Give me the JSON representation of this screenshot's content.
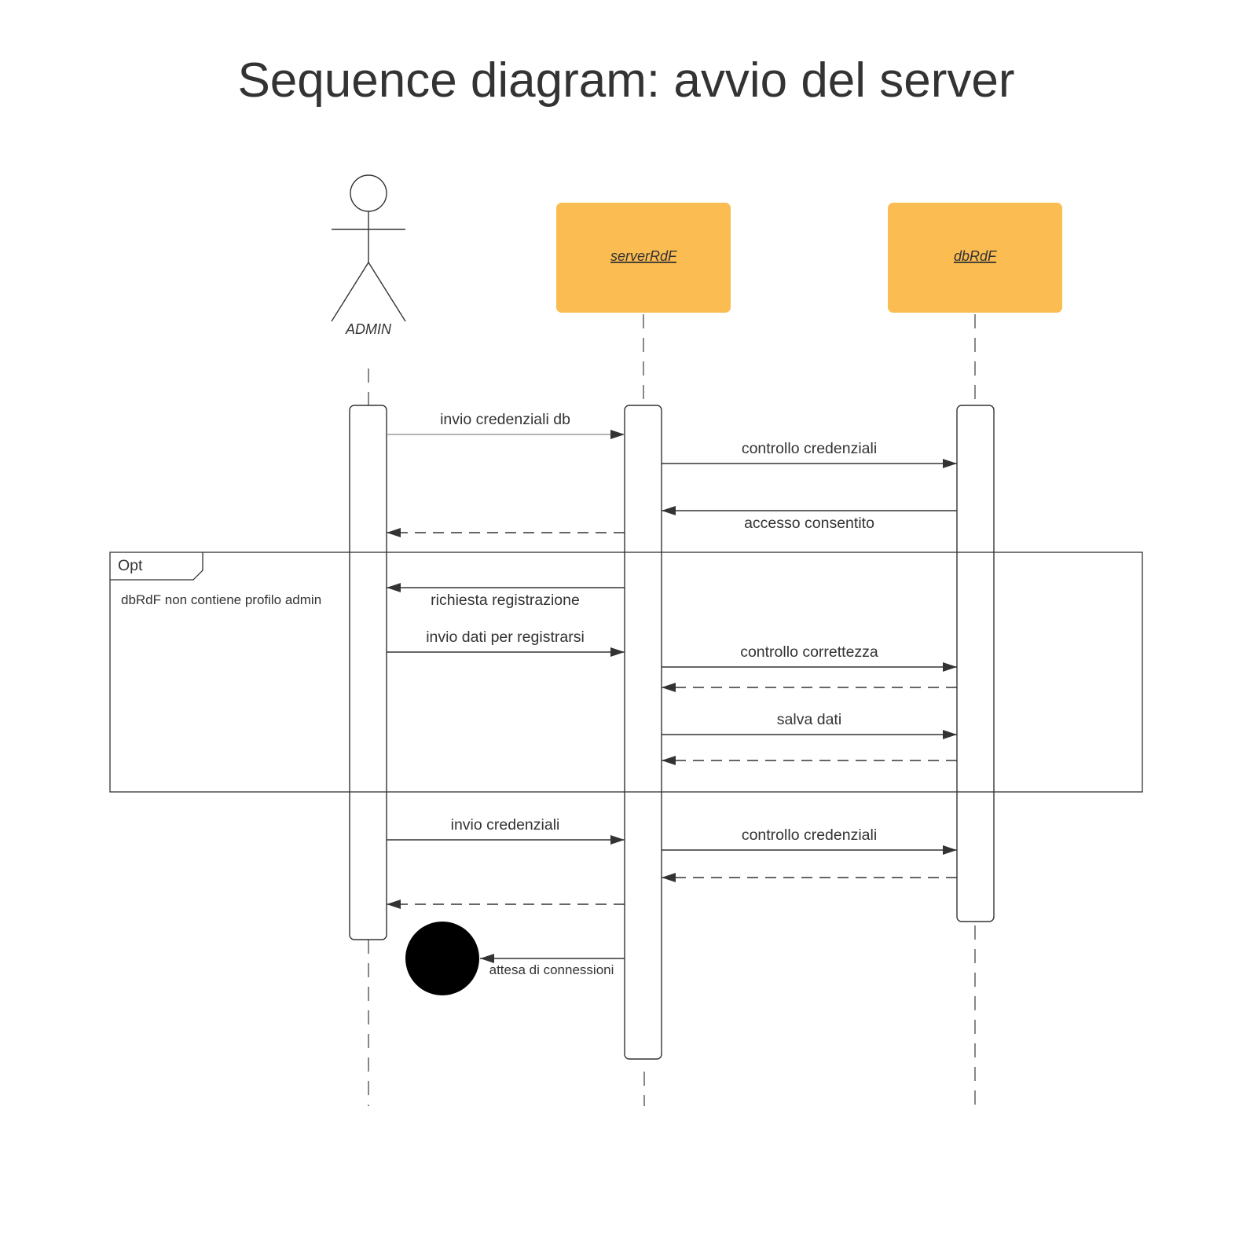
{
  "title": "Sequence diagram: avvio del server",
  "participants": {
    "actor": {
      "label": "ADMIN"
    },
    "server": {
      "label": "serverRdF"
    },
    "db": {
      "label": "dbRdF"
    }
  },
  "colors": {
    "object_fill": "#fbbc52",
    "line": "#333333",
    "terminator": "#000000"
  },
  "messages": {
    "m1": "invio credenziali db",
    "m2": "controllo credenziali",
    "m3": "accesso consentito",
    "m4": "richiesta registrazione",
    "m5": "invio dati per registrarsi",
    "m6": "controllo correttezza",
    "m7": "salva dati",
    "m8": "invio credenziali",
    "m9": "controllo credenziali",
    "m10": "attesa di connessioni"
  },
  "fragment": {
    "operator": "Opt",
    "guard": "dbRdF non contiene profilo admin"
  }
}
